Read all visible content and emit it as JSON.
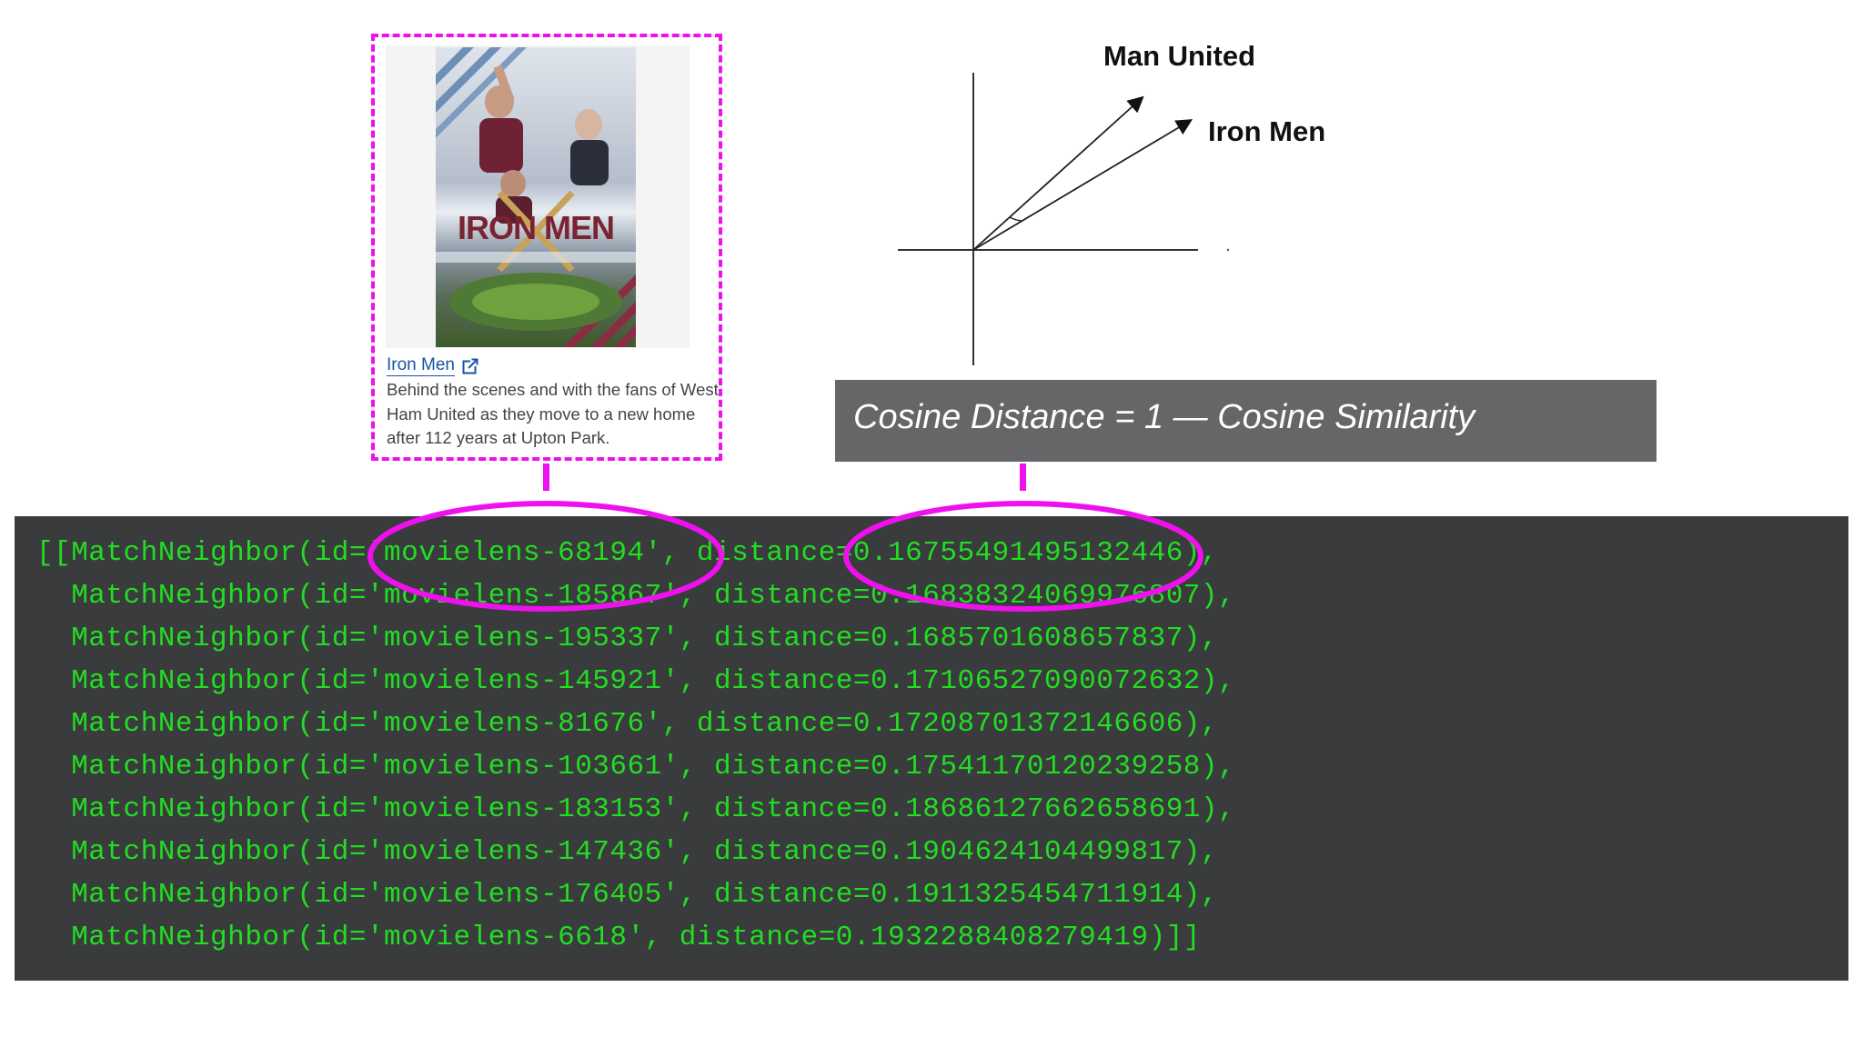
{
  "card": {
    "poster_title": "IRON MEN",
    "link_label": "Iron Men",
    "link_icon": "external-link-icon",
    "description": "Behind the scenes and with the fans of West Ham United as they move to a new home after 112 years at Upton Park."
  },
  "vectors": {
    "label_1": "Man United",
    "label_2": "Iron Men"
  },
  "formula": {
    "text": "Cosine Distance = 1 — Cosine Similarity"
  },
  "code": {
    "lines": [
      "[[MatchNeighbor(id='movielens-68194', distance=0.16755491495132446),",
      "  MatchNeighbor(id='movielens-185867', distance=0.16838324069976807),",
      "  MatchNeighbor(id='movielens-195337', distance=0.1685701608657837),",
      "  MatchNeighbor(id='movielens-145921', distance=0.17106527090072632),",
      "  MatchNeighbor(id='movielens-81676', distance=0.17208701372146606),",
      "  MatchNeighbor(id='movielens-103661', distance=0.17541170120239258),",
      "  MatchNeighbor(id='movielens-183153', distance=0.18686127662658691),",
      "  MatchNeighbor(id='movielens-147436', distance=0.1904624104499817),",
      "  MatchNeighbor(id='movielens-176405', distance=0.1911325454711914),",
      "  MatchNeighbor(id='movielens-6618', distance=0.1932288408279419)]]"
    ]
  },
  "colors": {
    "highlight": "#ee11ee",
    "code_text": "#22dd22",
    "code_bg": "#3a3b3d",
    "formula_bg": "#666668",
    "poster_title": "#7a2333"
  }
}
